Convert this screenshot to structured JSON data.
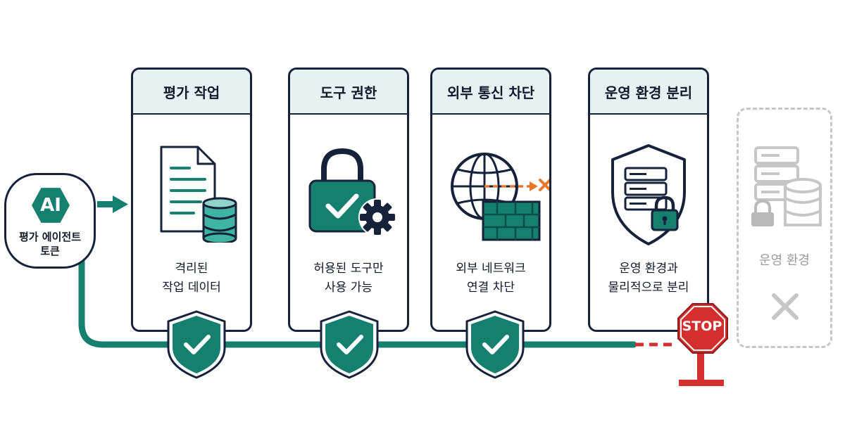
{
  "agent": {
    "badge": "AI",
    "name_lines": [
      "평가 에이전트",
      "토큰"
    ]
  },
  "stages": [
    {
      "title": "평가 작업",
      "icon": "document-database-icon",
      "desc_lines": [
        "격리된",
        "작업 데이터"
      ],
      "status": "passed"
    },
    {
      "title": "도구 권한",
      "icon": "padlock-gear-icon",
      "desc_lines": [
        "허용된 도구만",
        "사용 가능"
      ],
      "status": "passed"
    },
    {
      "title": "외부 통신 차단",
      "icon": "globe-firewall-icon",
      "desc_lines": [
        "외부 네트워크",
        "연결 차단"
      ],
      "status": "passed"
    },
    {
      "title": "운영 환경 분리",
      "icon": "shield-server-lock-icon",
      "desc_lines": [
        "운영 환경과",
        "물리적으로 분리"
      ],
      "status": "blocked"
    }
  ],
  "stop_sign": {
    "label": "STOP"
  },
  "production": {
    "label": "운영 환경",
    "icon": "server-database-lock-icon",
    "status_icon": "x-icon"
  },
  "colors": {
    "teal": "#15806f",
    "navy": "#16213a",
    "header_bg": "#e6f2f2",
    "stop_red": "#d32f2f",
    "arrow_orange": "#e8772e",
    "ghost_gray": "#c6c6c6"
  }
}
